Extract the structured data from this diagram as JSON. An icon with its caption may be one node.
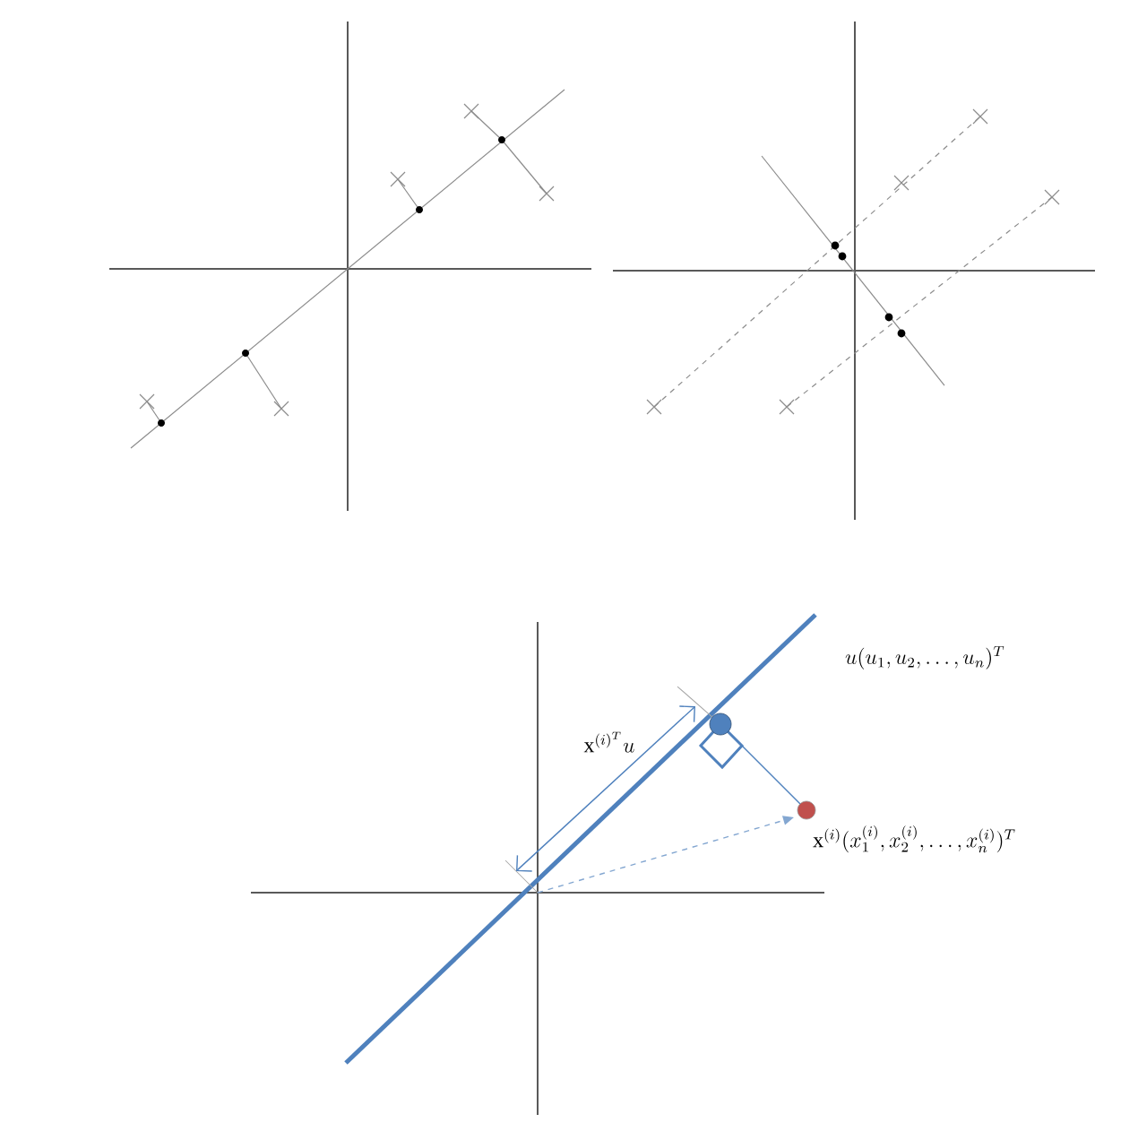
{
  "diagram": {
    "labels": [
      "u(u_1,u_2,\\ldots,u_n)^T",
      "\\mathrm{x}^{(i)^T}u",
      "\\mathrm{x}^{(i)}(x_1^{(i)},x_2^{(i)},\\ldots,x_n^{(i)})^T"
    ]
  }
}
